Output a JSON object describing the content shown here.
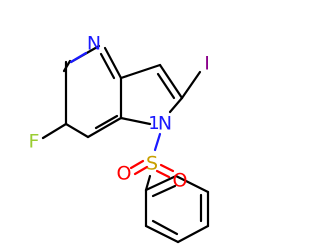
{
  "molecule": {
    "atoms": {
      "n_pyridine": "N",
      "n_pyrrole": "1",
      "n_pyrrole_symbol": "N",
      "fluorine": "F",
      "iodine": "I",
      "sulfur": "S",
      "oxygen_left": "O",
      "oxygen_right": "O"
    },
    "colors": {
      "carbon_bond": "#000000",
      "nitrogen": "#1a1aff",
      "fluorine": "#9acd32",
      "iodine": "#8b008b",
      "sulfur": "#c8a000",
      "oxygen": "#ff0000"
    }
  }
}
